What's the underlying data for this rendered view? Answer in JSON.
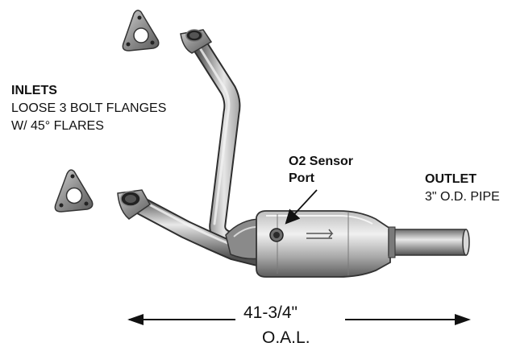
{
  "labels": {
    "inlets_title": "INLETS",
    "inlets_line1": "LOOSE 3 BOLT FLANGES",
    "inlets_line2": "W/ 45° FLARES",
    "sensor_line1": "O2 Sensor",
    "sensor_line2": "Port",
    "outlet_title": "OUTLET",
    "outlet_spec": "3\" O.D. PIPE",
    "length_value": "41-3/4\"",
    "length_oal": "O.A.L."
  },
  "colors": {
    "background": "#ffffff",
    "text": "#111111",
    "metal_dark": "#4a4a4a",
    "metal_mid": "#9a9a9a",
    "metal_light": "#d6d6d6"
  }
}
